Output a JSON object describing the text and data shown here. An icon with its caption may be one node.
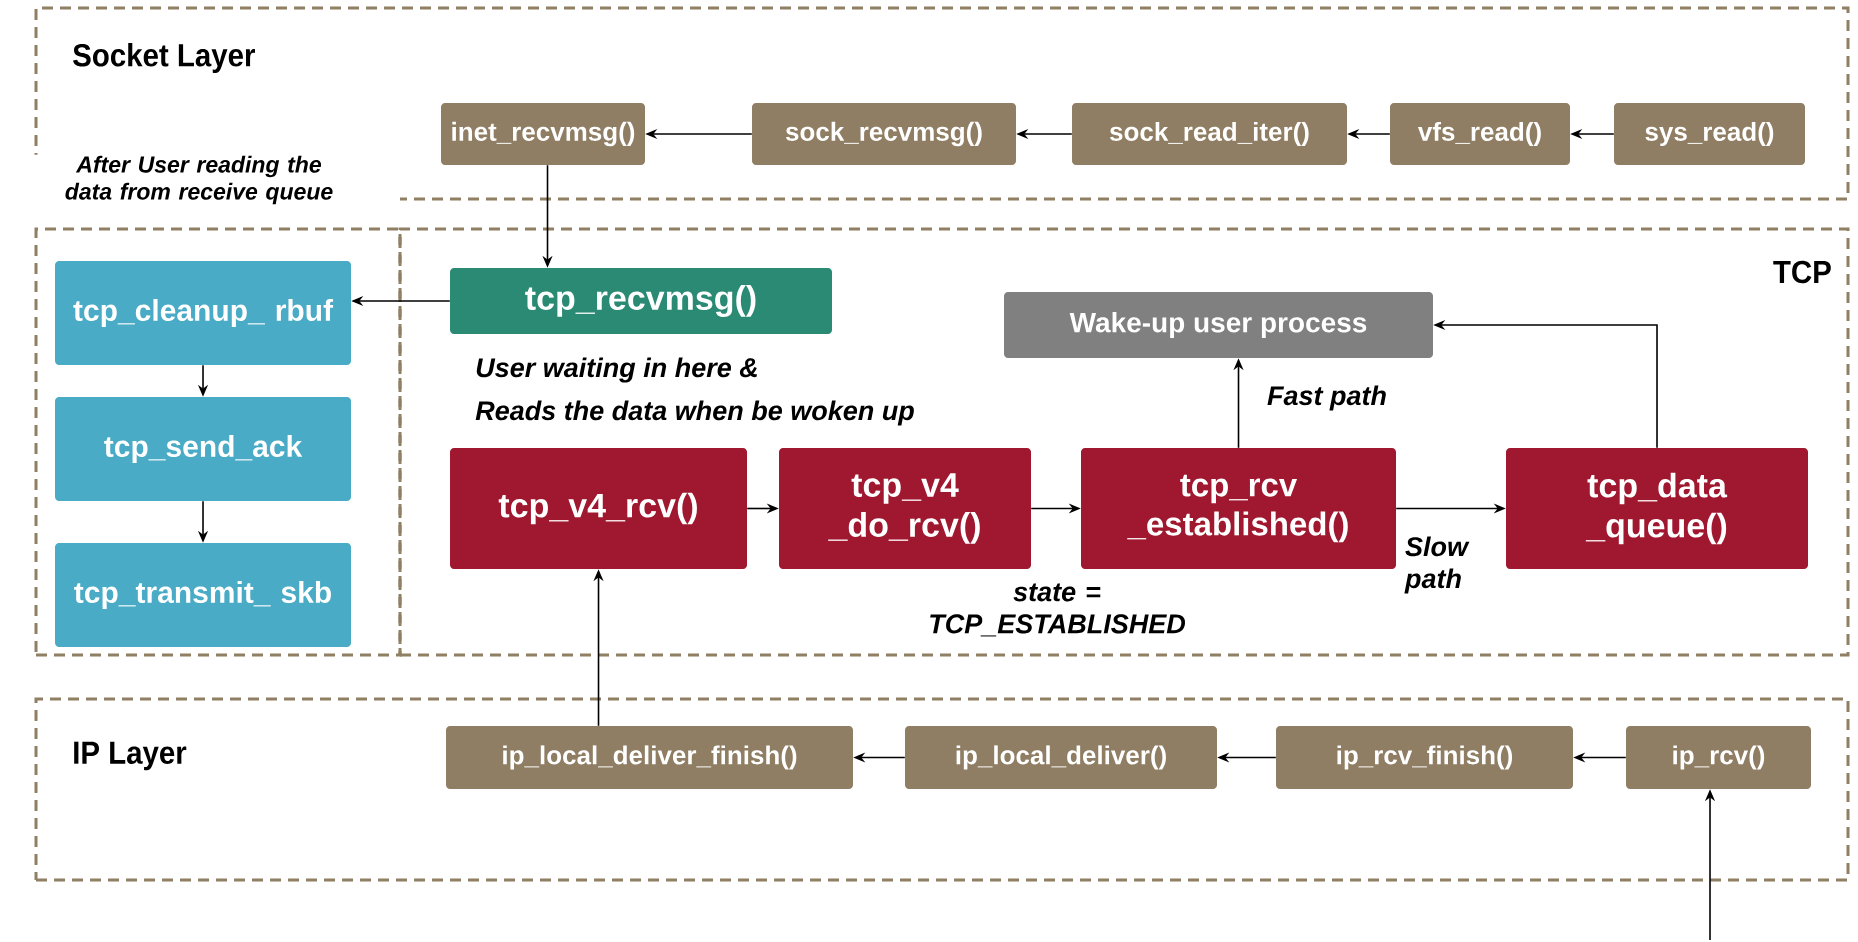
{
  "diagram": {
    "nodes": [
      {
        "text": [
          "Socket Layer"
        ]
      },
      {
        "text": [
          "inet_recvmsg()"
        ],
        "in": 0
      },
      {
        "text": [
          "sock_recvmsg()"
        ],
        "in": 0
      },
      {
        "text": [
          "sock_read_iter()"
        ],
        "in": 0
      },
      {
        "text": [
          "vfs_read()"
        ],
        "in": 0
      },
      {
        "text": [
          "sys_read()"
        ],
        "in": 0
      },
      {
        "text": [],
        "shape": "box"
      },
      {
        "text": [
          "tcp_cleanup_ rbuf"
        ],
        "in": 6
      },
      {
        "text": [
          "tcp_send_ack"
        ],
        "in": 6
      },
      {
        "text": [
          "tcp_transmit_ skb"
        ],
        "in": 6
      },
      {
        "text": [
          "TCP"
        ]
      },
      {
        "text": [
          "tcp_recvmsg()"
        ],
        "in": 10
      },
      {
        "text": [
          "Wake-up user process"
        ],
        "in": 10
      },
      {
        "text": [
          "tcp_v4_rcv()"
        ],
        "in": 10
      },
      {
        "text": [
          "tcp_v4 _do_rcv()"
        ],
        "in": 10
      },
      {
        "text": [
          "tcp_rcv _established()"
        ],
        "in": 10
      },
      {
        "text": [
          "tcp_data _queue()"
        ],
        "in": 10
      },
      {
        "text": [
          "IP Layer"
        ]
      },
      {
        "text": [
          "ip_local_deliver_finish()"
        ],
        "in": 17
      },
      {
        "text": [
          "ip_local_deliver()"
        ],
        "in": 17
      },
      {
        "text": [
          "ip_rcv_finish()"
        ],
        "in": 17
      },
      {
        "text": [
          "ip_rcv()"
        ],
        "in": 17
      }
    ],
    "edges": [
      {
        "from": 5,
        "to": 4,
        "arrow": "to"
      },
      {
        "from": 4,
        "to": 3,
        "arrow": "to"
      },
      {
        "from": 3,
        "to": 2,
        "arrow": "to"
      },
      {
        "from": 2,
        "to": 1,
        "arrow": "to"
      },
      {
        "from": 1,
        "to": 11,
        "arrow": "to"
      },
      {
        "from": 11,
        "to": 7,
        "arrow": "to"
      },
      {
        "from": 7,
        "to": 8,
        "arrow": "to"
      },
      {
        "from": 8,
        "to": 9,
        "arrow": "to"
      },
      {
        "from": 21,
        "to": 20,
        "arrow": "to"
      },
      {
        "from": 20,
        "to": 19,
        "arrow": "to"
      },
      {
        "from": 19,
        "to": 18,
        "arrow": "to"
      },
      {
        "from": null,
        "to": 21,
        "arrow": "to"
      },
      {
        "from": 18,
        "to": 13,
        "arrow": "to"
      },
      {
        "from": 13,
        "to": 14,
        "arrow": "to"
      },
      {
        "from": 14,
        "to": 15,
        "arrow": "to"
      },
      {
        "from": 15,
        "to": 12,
        "arrow": "to",
        "label": "Fast path"
      },
      {
        "from": 15,
        "to": 16,
        "arrow": "to",
        "label": "Slow path"
      },
      {
        "from": 16,
        "to": 12,
        "arrow": "to"
      }
    ],
    "labels": [
      "After User reading the data from receive queue",
      "User waiting in here &",
      "Reads the data when be woken up",
      "state = TCP_ESTABLISHED"
    ]
  }
}
